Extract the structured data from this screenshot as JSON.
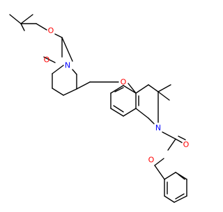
{
  "molecule": {
    "atom_labels": {
      "carbonyl_o_boc": "O",
      "ester_o_boc": "O",
      "piperidine_n": "N",
      "ether_o": "O",
      "isoquinoline_n": "N",
      "carbonyl_o_cbz": "O",
      "ester_o_cbz": "O"
    },
    "colors": {
      "bond": "#000000",
      "oxygen": "#ff0000",
      "nitrogen": "#0000ff",
      "background": "#ffffff"
    }
  }
}
